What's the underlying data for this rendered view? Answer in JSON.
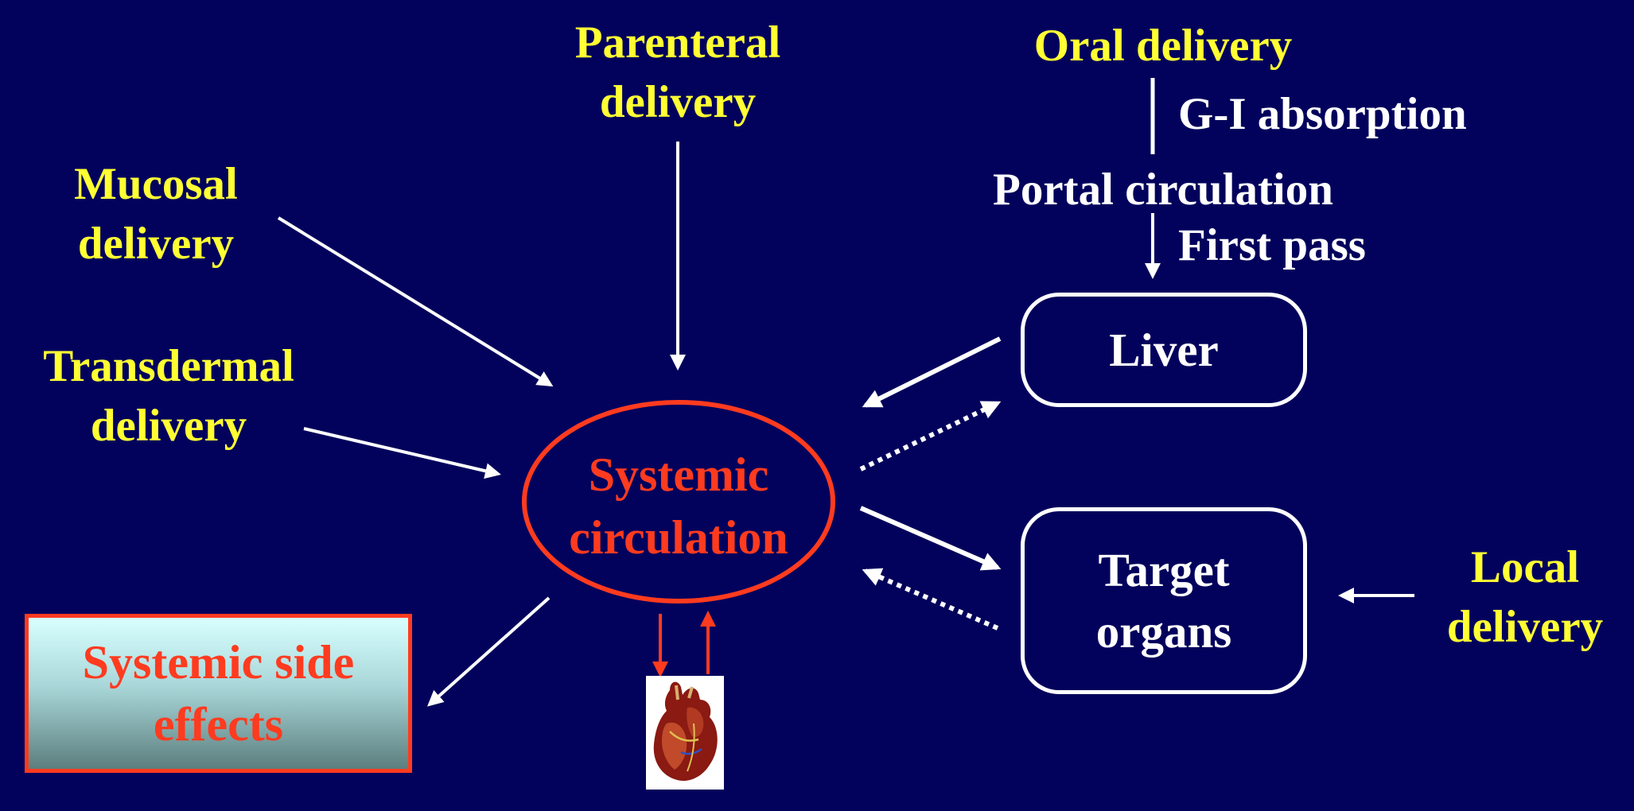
{
  "nodes": {
    "parenteral": {
      "line1": "Parenteral",
      "line2": "delivery"
    },
    "oral": {
      "label": "Oral delivery"
    },
    "gi_absorption": {
      "label": "G-I absorption"
    },
    "portal": {
      "label": "Portal circulation"
    },
    "first_pass": {
      "label": "First pass"
    },
    "mucosal": {
      "line1": "Mucosal",
      "line2": "delivery"
    },
    "transdermal": {
      "line1": "Transdermal",
      "line2": "delivery"
    },
    "systemic": {
      "line1": "Systemic",
      "line2": "circulation"
    },
    "liver": {
      "label": "Liver"
    },
    "target": {
      "line1": "Target",
      "line2": "organs"
    },
    "local": {
      "line1": "Local",
      "line2": "delivery"
    },
    "side_effects": {
      "line1": "Systemic side",
      "line2": "effects"
    },
    "heart": {
      "icon": "heart-icon"
    }
  },
  "colors": {
    "background": "#02025c",
    "route_label": "#ffff33",
    "process_label": "#ffffff",
    "systemic": "#ff3b1f",
    "side_effects_bg_top": "#d8ffff",
    "side_effects_bg_bottom": "#5c7e7e"
  }
}
